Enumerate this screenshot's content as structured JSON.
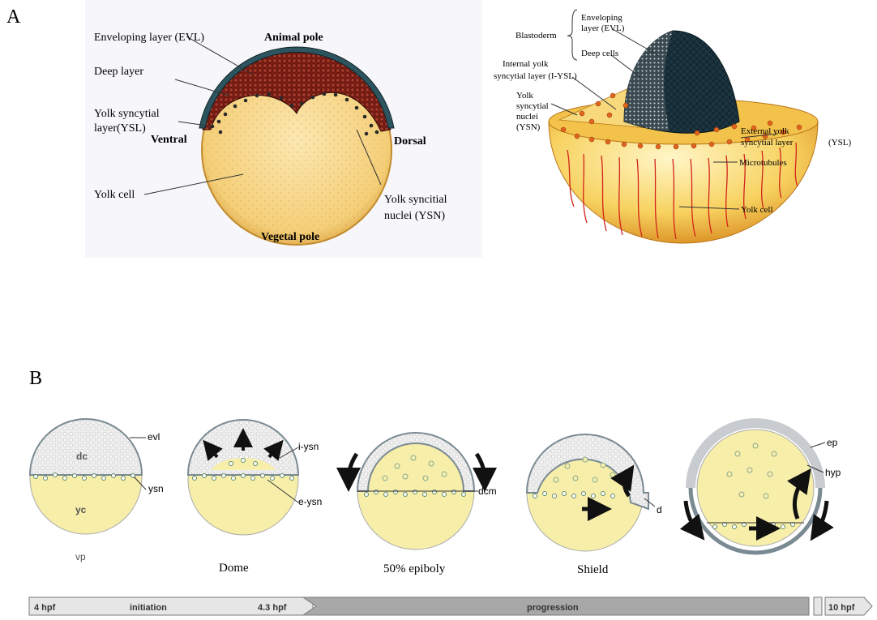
{
  "panel_a": {
    "label": "A",
    "left": {
      "evl": "Enveloping layer (EVL)",
      "animal_pole": "Animal pole",
      "deep_layer": "Deep layer",
      "ysl_1": "Yolk syncytial",
      "ysl_2": "layer(YSL)",
      "ventral": "Ventral",
      "dorsal": "Dorsal",
      "yolk_cell": "Yolk cell",
      "ysn_1": "Yolk syncitial",
      "ysn_2": "nuclei  (YSN)",
      "vegetal_pole": "Vegetal pole"
    },
    "right": {
      "blastoderm": "Blastoderm",
      "evl_1": "Enveloping",
      "evl_2": "layer (EVL)",
      "deep_cells": "Deep cells",
      "iysl_1": "Internal yolk",
      "iysl_2": "syncytial layer (I-YSL)",
      "ysn_1": "Yolk",
      "ysn_2": "syncytial",
      "ysn_3": "nuclei",
      "ysn_4": "(YSN)",
      "eysl_1": "External yolk",
      "eysl_2": "syncytial layer",
      "eysl_3": "(YSL)",
      "microtubules": "Microtubules",
      "yolk_cell": "Yolk cell"
    }
  },
  "panel_b": {
    "label": "B",
    "labels": {
      "evl": "evl",
      "dc": "dc",
      "ysn": "ysn",
      "yc": "yc",
      "vp": "vp",
      "i_ysn": "i-ysn",
      "e_ysn": "e-ysn",
      "dcm": "dcm",
      "d": "d",
      "ep": "ep",
      "hyp": "hyp"
    },
    "stages": [
      "Dome",
      "50% epiboly",
      "Shield"
    ],
    "timeline": {
      "start": "4 hpf",
      "initiation": "initiation",
      "mid": "4.3 hpf",
      "progression": "progression",
      "end": "10 hpf"
    }
  }
}
